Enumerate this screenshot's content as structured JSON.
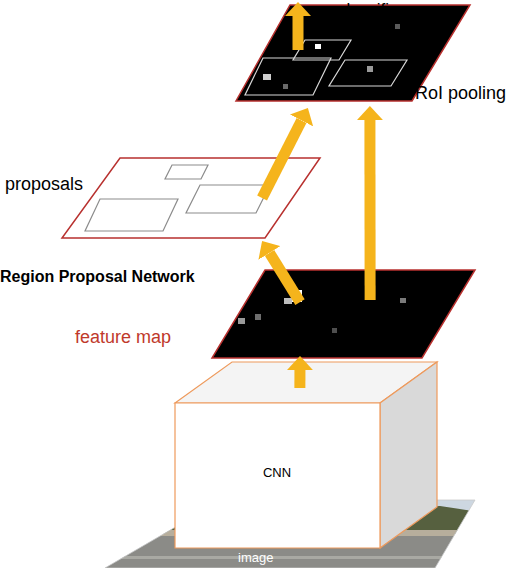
{
  "diagram": {
    "nodes": [
      {
        "text": [
          "RoI pooling"
        ]
      },
      {
        "text": [
          "proposals"
        ]
      },
      {
        "text": [
          "feature map"
        ]
      },
      {
        "text": [
          "CNN"
        ]
      },
      {
        "text": [
          "image"
        ]
      }
    ],
    "edges": [
      {
        "from": 3,
        "to": 2,
        "arrow": "to"
      },
      {
        "from": 2,
        "to": 1,
        "label": "Region Proposal Network",
        "arrow": "to"
      },
      {
        "from": 1,
        "to": 0,
        "arrow": "to"
      },
      {
        "from": 2,
        "to": 0,
        "arrow": "to"
      }
    ],
    "labels": [
      "classifier"
    ]
  }
}
